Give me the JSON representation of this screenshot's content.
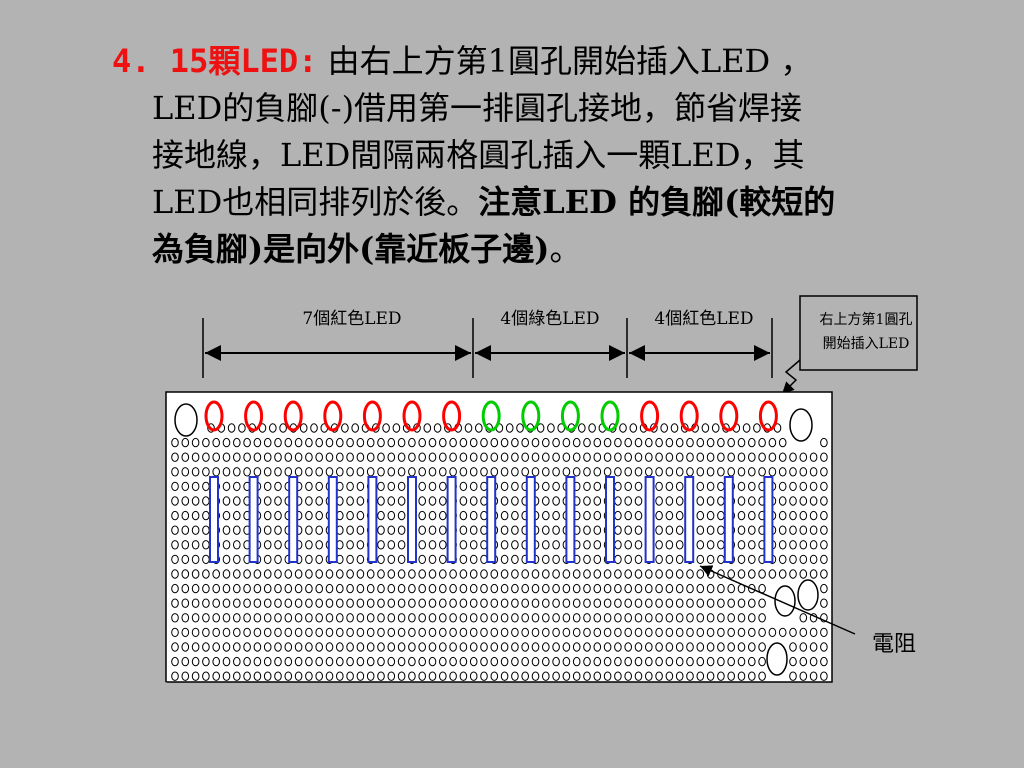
{
  "text": {
    "step_prefix": "4. 15顆LED:",
    "line1_rest": "由右上方第1圓孔開始插入LED ，",
    "line2": "LED的負腳(-)借用第一排圓孔接地，節省焊接",
    "line3": "接地線，LED間隔兩格圓孔插入一顆LED，其",
    "line4_plain": "LED也相同排列於後。",
    "line4_bold": "注意LED 的負腳(較短的",
    "line5_bold": "為負腳)是向外(靠近板子邊)",
    "line5_end": "。"
  },
  "diagram": {
    "dim_labels": [
      "7個紅色LED",
      "4個綠色LED",
      "4個紅色LED"
    ],
    "callout_line1": "右上方第1圓孔",
    "callout_line2": "開始插入LED",
    "resistor_label": "電阻"
  },
  "leds": [
    "red",
    "red",
    "red",
    "red",
    "red",
    "red",
    "red",
    "green",
    "green",
    "green",
    "green",
    "red",
    "red",
    "red",
    "red"
  ],
  "colors": {
    "background": "#b3b3b3",
    "board": "#ffffff",
    "led_red": "#ff0000",
    "led_green": "#00cc00",
    "resistor": "#2233cc",
    "title_red": "#ee1111"
  },
  "icons": [
    "arrow-icon"
  ]
}
